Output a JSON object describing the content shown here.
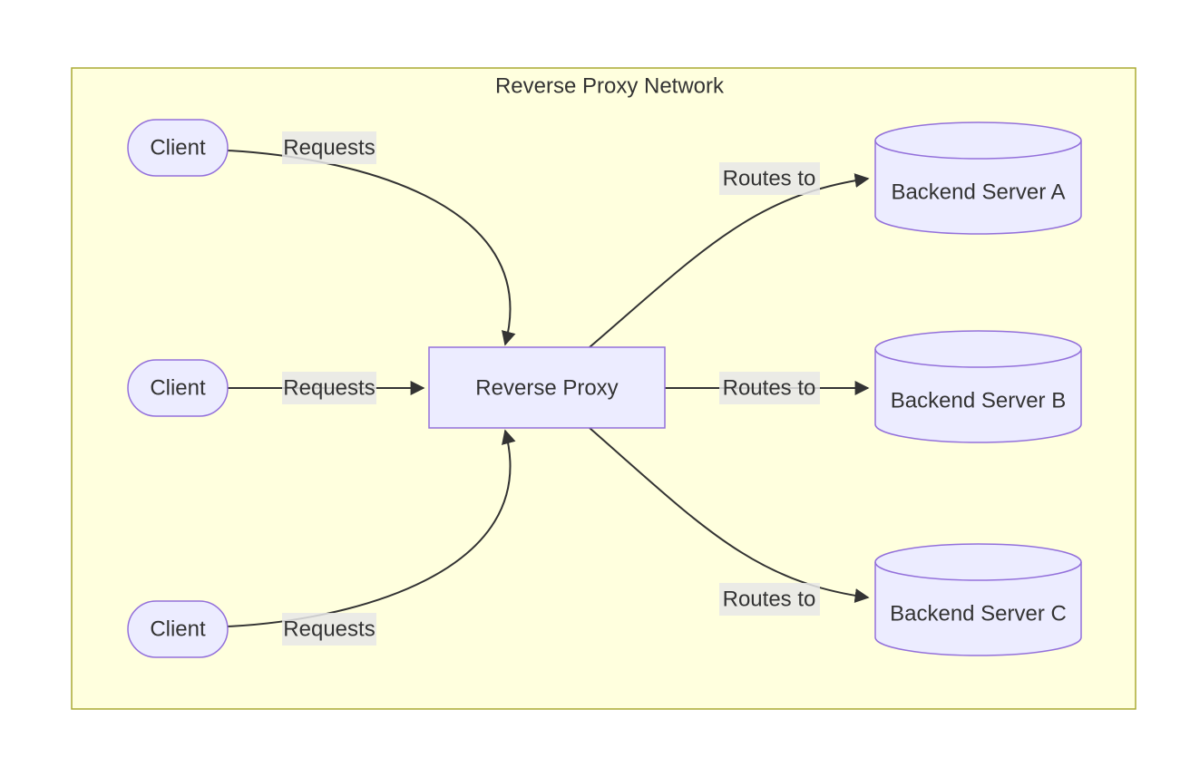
{
  "diagram": {
    "type": "flowchart",
    "title": "Reverse Proxy Network",
    "nodes": {
      "clients": [
        {
          "id": "client-1",
          "label": "Client",
          "shape": "stadium"
        },
        {
          "id": "client-2",
          "label": "Client",
          "shape": "stadium"
        },
        {
          "id": "client-3",
          "label": "Client",
          "shape": "stadium"
        }
      ],
      "proxy": {
        "id": "reverse-proxy",
        "label": "Reverse Proxy",
        "shape": "rectangle"
      },
      "servers": [
        {
          "id": "server-a",
          "label": "Backend Server A",
          "shape": "cylinder"
        },
        {
          "id": "server-b",
          "label": "Backend Server B",
          "shape": "cylinder"
        },
        {
          "id": "server-c",
          "label": "Backend Server C",
          "shape": "cylinder"
        }
      ]
    },
    "edges": [
      {
        "from": "client-1",
        "to": "reverse-proxy",
        "label": "Requests"
      },
      {
        "from": "client-2",
        "to": "reverse-proxy",
        "label": "Requests"
      },
      {
        "from": "client-3",
        "to": "reverse-proxy",
        "label": "Requests"
      },
      {
        "from": "reverse-proxy",
        "to": "server-a",
        "label": "Routes to"
      },
      {
        "from": "reverse-proxy",
        "to": "server-b",
        "label": "Routes to"
      },
      {
        "from": "reverse-proxy",
        "to": "server-c",
        "label": "Routes to"
      }
    ],
    "colors": {
      "cluster_fill": "#ffffde",
      "cluster_border": "#aaaa33",
      "node_fill": "#ececff",
      "node_border": "#9370db",
      "edge_stroke": "#333333",
      "edge_label_bg": "#e8e8e8",
      "text": "#333333"
    }
  }
}
